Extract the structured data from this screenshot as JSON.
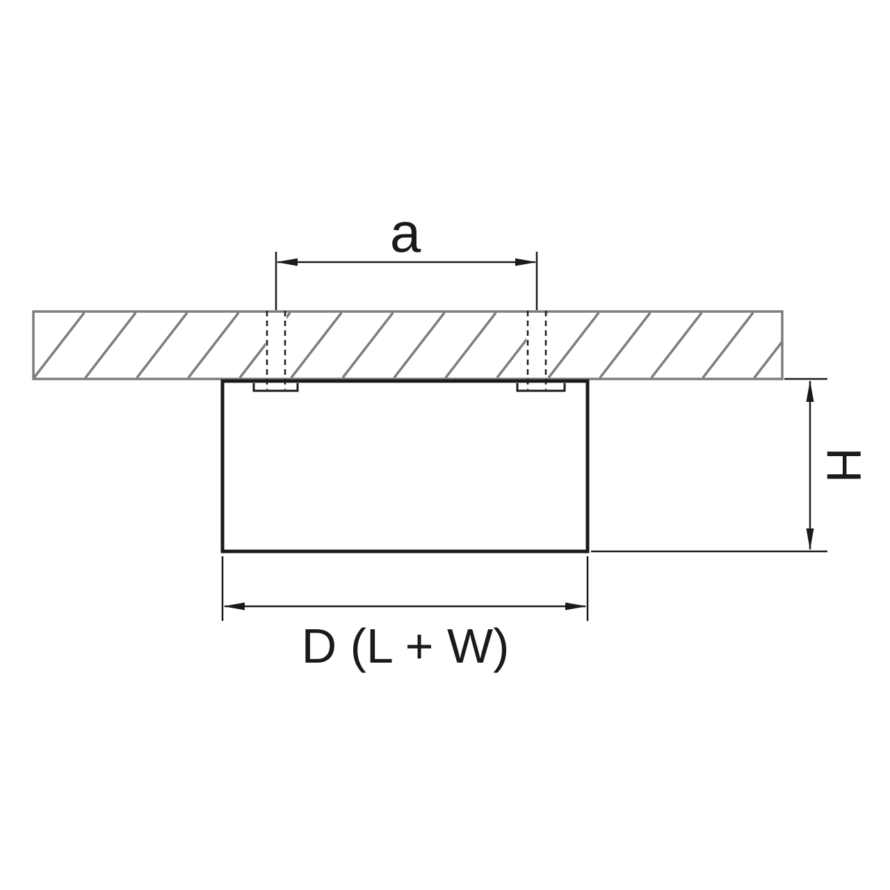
{
  "diagram": {
    "labels": {
      "hole_spacing": "a",
      "fixture_height": "H",
      "fixture_diameter": "D (L + W)"
    },
    "colors": {
      "ceiling": "#7d7d7d",
      "line": "#1a1a1a",
      "background": "#ffffff"
    }
  }
}
